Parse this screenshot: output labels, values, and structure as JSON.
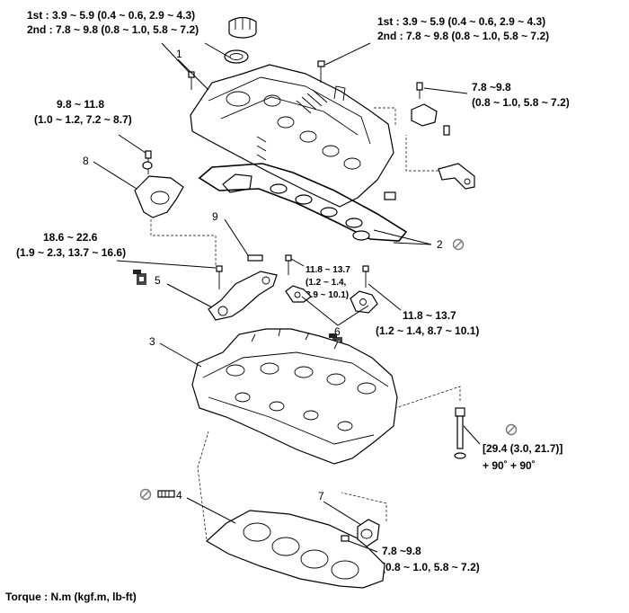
{
  "torque_labels": {
    "t1_line1": "1st : 3.9 ~ 5.9 (0.4 ~ 0.6, 2.9 ~ 4.3)",
    "t1_line2": "2nd : 7.8 ~ 9.8 (0.8 ~ 1.0, 5.8 ~ 7.2)",
    "t2_line1": "1st : 3.9 ~ 5.9 (0.4 ~ 0.6, 2.9 ~ 4.3)",
    "t2_line2": "2nd : 7.8 ~ 9.8 (0.8 ~ 1.0, 5.8 ~ 7.2)",
    "t3_line1": "7.8 ~9.8",
    "t3_line2": "(0.8 ~ 1.0, 5.8 ~ 7.2)",
    "t4_line1": "9.8 ~ 11.8",
    "t4_line2": "(1.0 ~ 1.2, 7.2 ~ 8.7)",
    "t5_line1": "18.6 ~ 22.6",
    "t5_line2": "(1.9 ~ 2.3, 13.7 ~ 16.6)",
    "t6_line1": "11.8 ~ 13.7",
    "t6_line2": "(1.2 ~ 1.4,",
    "t6_line3": "8.9 ~ 10.1)",
    "t7_line1": "11.8 ~ 13.7",
    "t7_line2": "(1.2 ~ 1.4, 8.7 ~ 10.1)",
    "t8_line1": "[29.4 (3.0, 21.7)]",
    "t8_line2": "+ 90˚ + 90˚",
    "t9_line1": "7.8 ~9.8",
    "t9_line2": "(0.8 ~ 1.0, 5.8 ~ 7.2)"
  },
  "callouts": {
    "c1": "1",
    "c2": "2",
    "c3": "3",
    "c4": "4",
    "c5": "5",
    "c6": "6",
    "c7": "7",
    "c8": "8",
    "c9": "9"
  },
  "footer": {
    "torque_units": "Torque : N.m (kgf.m, lb-ft)"
  },
  "icons": {
    "no_reuse": "no-reuse-prohibited-icon",
    "sealant": "sealant-tube-icon"
  }
}
